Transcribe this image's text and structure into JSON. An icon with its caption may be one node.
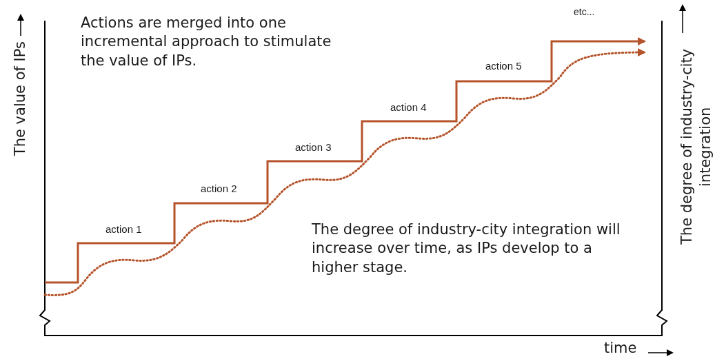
{
  "diagram": {
    "labels": [
      "The value of IPs",
      "Actions are merged into one incremental approach to stimulate the value of IPs.",
      "etc...",
      "The degree of industry-city integration",
      "action 5",
      "action 4",
      "action 3",
      "action 2",
      "action 1",
      "The degree of industry-city integration will increase over time, as IPs develop to a higher stage.",
      "time"
    ]
  }
}
